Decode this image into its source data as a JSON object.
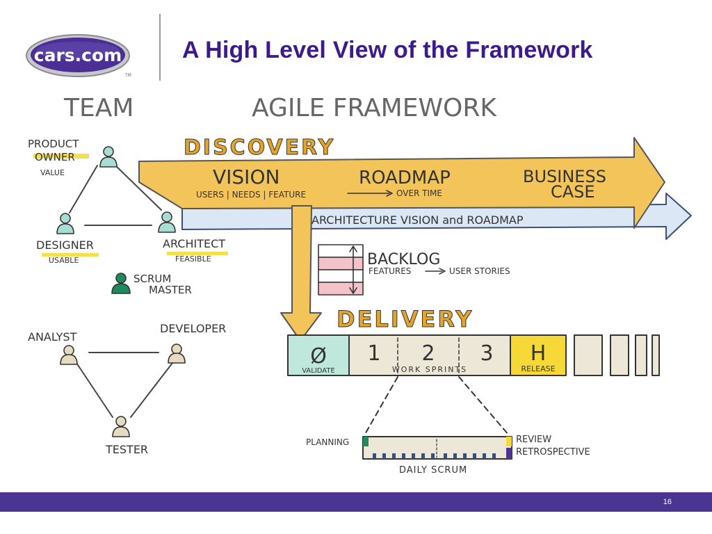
{
  "header": {
    "logo_text": "cars.com",
    "logo_tm": "TM",
    "title": "A High Level View of the Framework"
  },
  "team": {
    "heading": "TEAM",
    "roles": {
      "product_owner_line1": "PRODUCT",
      "product_owner_line2": "OWNER",
      "product_owner_sub": "VALUE",
      "designer": "DESIGNER",
      "designer_sub": "USABLE",
      "architect": "ARCHITECT",
      "architect_sub": "FEASIBLE",
      "scrum_line1": "SCRUM",
      "scrum_line2": "MASTER",
      "analyst": "ANALYST",
      "developer": "DEVELOPER",
      "tester": "TESTER"
    }
  },
  "framework": {
    "heading": "AGILE FRAMEWORK",
    "discovery": "DISCOVERY",
    "vision": "VISION",
    "vision_sub": "USERS | NEEDS | FEATURE",
    "roadmap": "ROADMAP",
    "roadmap_sub": "OVER TIME",
    "business_line1": "BUSINESS",
    "business_line2": "CASE",
    "architecture": "ARCHITECTURE VISION and ROADMAP",
    "backlog": "BACKLOG",
    "backlog_sub_left": "FEATURES",
    "backlog_sub_right": "USER STORIES",
    "delivery": "DELIVERY",
    "validate_symbol": "Ø",
    "validate": "VALIDATE",
    "sprint_1": "1",
    "sprint_2": "2",
    "sprint_3": "3",
    "work_sprints": "WORK SPRINTS",
    "release_symbol": "H",
    "release": "RELEASE",
    "planning": "PLANNING",
    "review": "REVIEW",
    "retrospective": "RETROSPECTIVE",
    "daily_scrum": "DAILY SCRUM"
  },
  "footer": {
    "page_number": "16"
  },
  "colors": {
    "title": "#3d1a8c",
    "footer": "#4a3592",
    "discovery_orange": "#f2c45a",
    "arrow_blue": "#dbe7f4",
    "validate_teal": "#bfe7dc",
    "release_yellow": "#f6d836",
    "sprint_beige": "#ece7d6",
    "backlog_pink": "#f4c3c9",
    "scrum_green": "#1f8a5e",
    "person_teal": "#a9ddd3",
    "person_tan": "#e4dbc0"
  }
}
